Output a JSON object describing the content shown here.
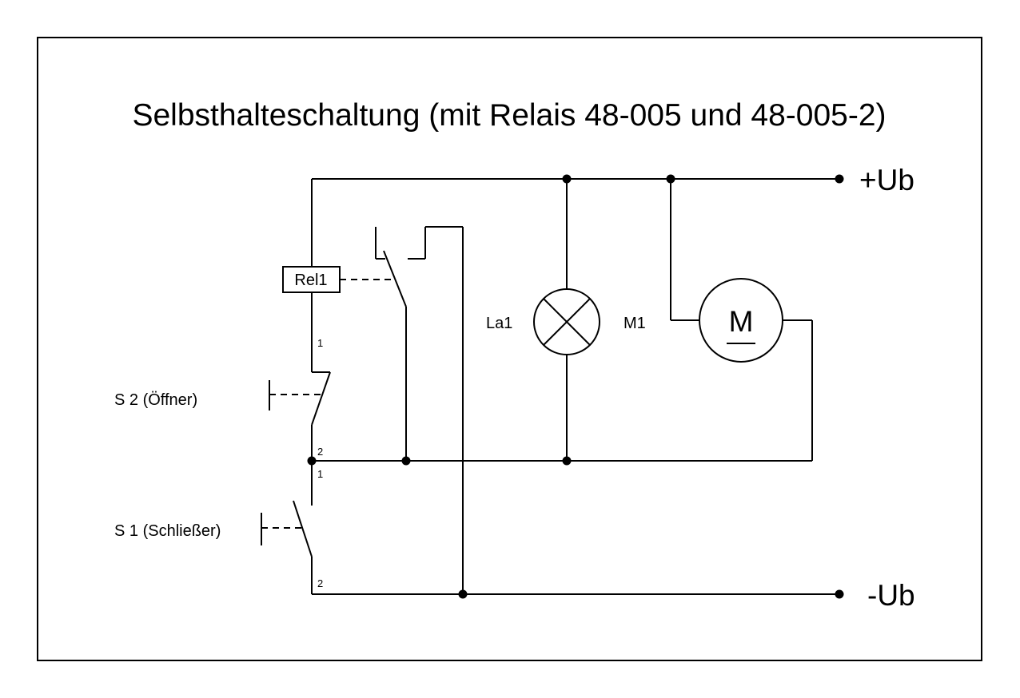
{
  "title": "Selbsthalteschaltung (mit Relais 48-005 und 48-005-2)",
  "terminals": {
    "positive": "+Ub",
    "negative": "-Ub"
  },
  "components": {
    "relay": "Rel1",
    "lamp": "La1",
    "motor": "M1",
    "motor_symbol": "M",
    "switch_s2": "S 2 (Öffner)",
    "switch_s1": "S 1 (Schließer)"
  },
  "pins": {
    "s2_top": "1",
    "s2_bottom": "2",
    "s1_top": "1",
    "s1_bottom": "2"
  }
}
